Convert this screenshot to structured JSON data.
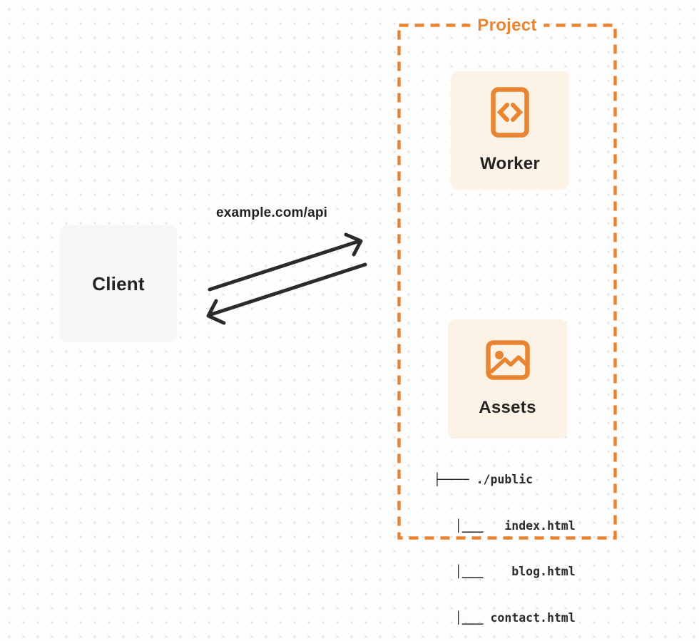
{
  "diagram_title": "Client to Project request flow",
  "colors": {
    "accent": "#E98432",
    "card_fill": "#FCF2E5",
    "client_fill": "#F7F7F7",
    "arrow": "#2B2B2B",
    "text": "#232323",
    "background": "#FDFDFD",
    "grid_dot": "#E7E7E7"
  },
  "client": {
    "label": "Client"
  },
  "connection": {
    "request_label": "example.com/api",
    "request_arrow": "client-to-project",
    "response_arrow": "project-to-client"
  },
  "project": {
    "label": "Project",
    "nodes": [
      {
        "id": "worker",
        "label": "Worker",
        "icon": "code-file-icon"
      },
      {
        "id": "assets",
        "label": "Assets",
        "icon": "image-icon"
      }
    ],
    "file_tree": {
      "lines": [
        "├──── ./public",
        "   │___   index.html",
        "   │___    blog.html",
        "   │___ contact.html"
      ]
    }
  }
}
